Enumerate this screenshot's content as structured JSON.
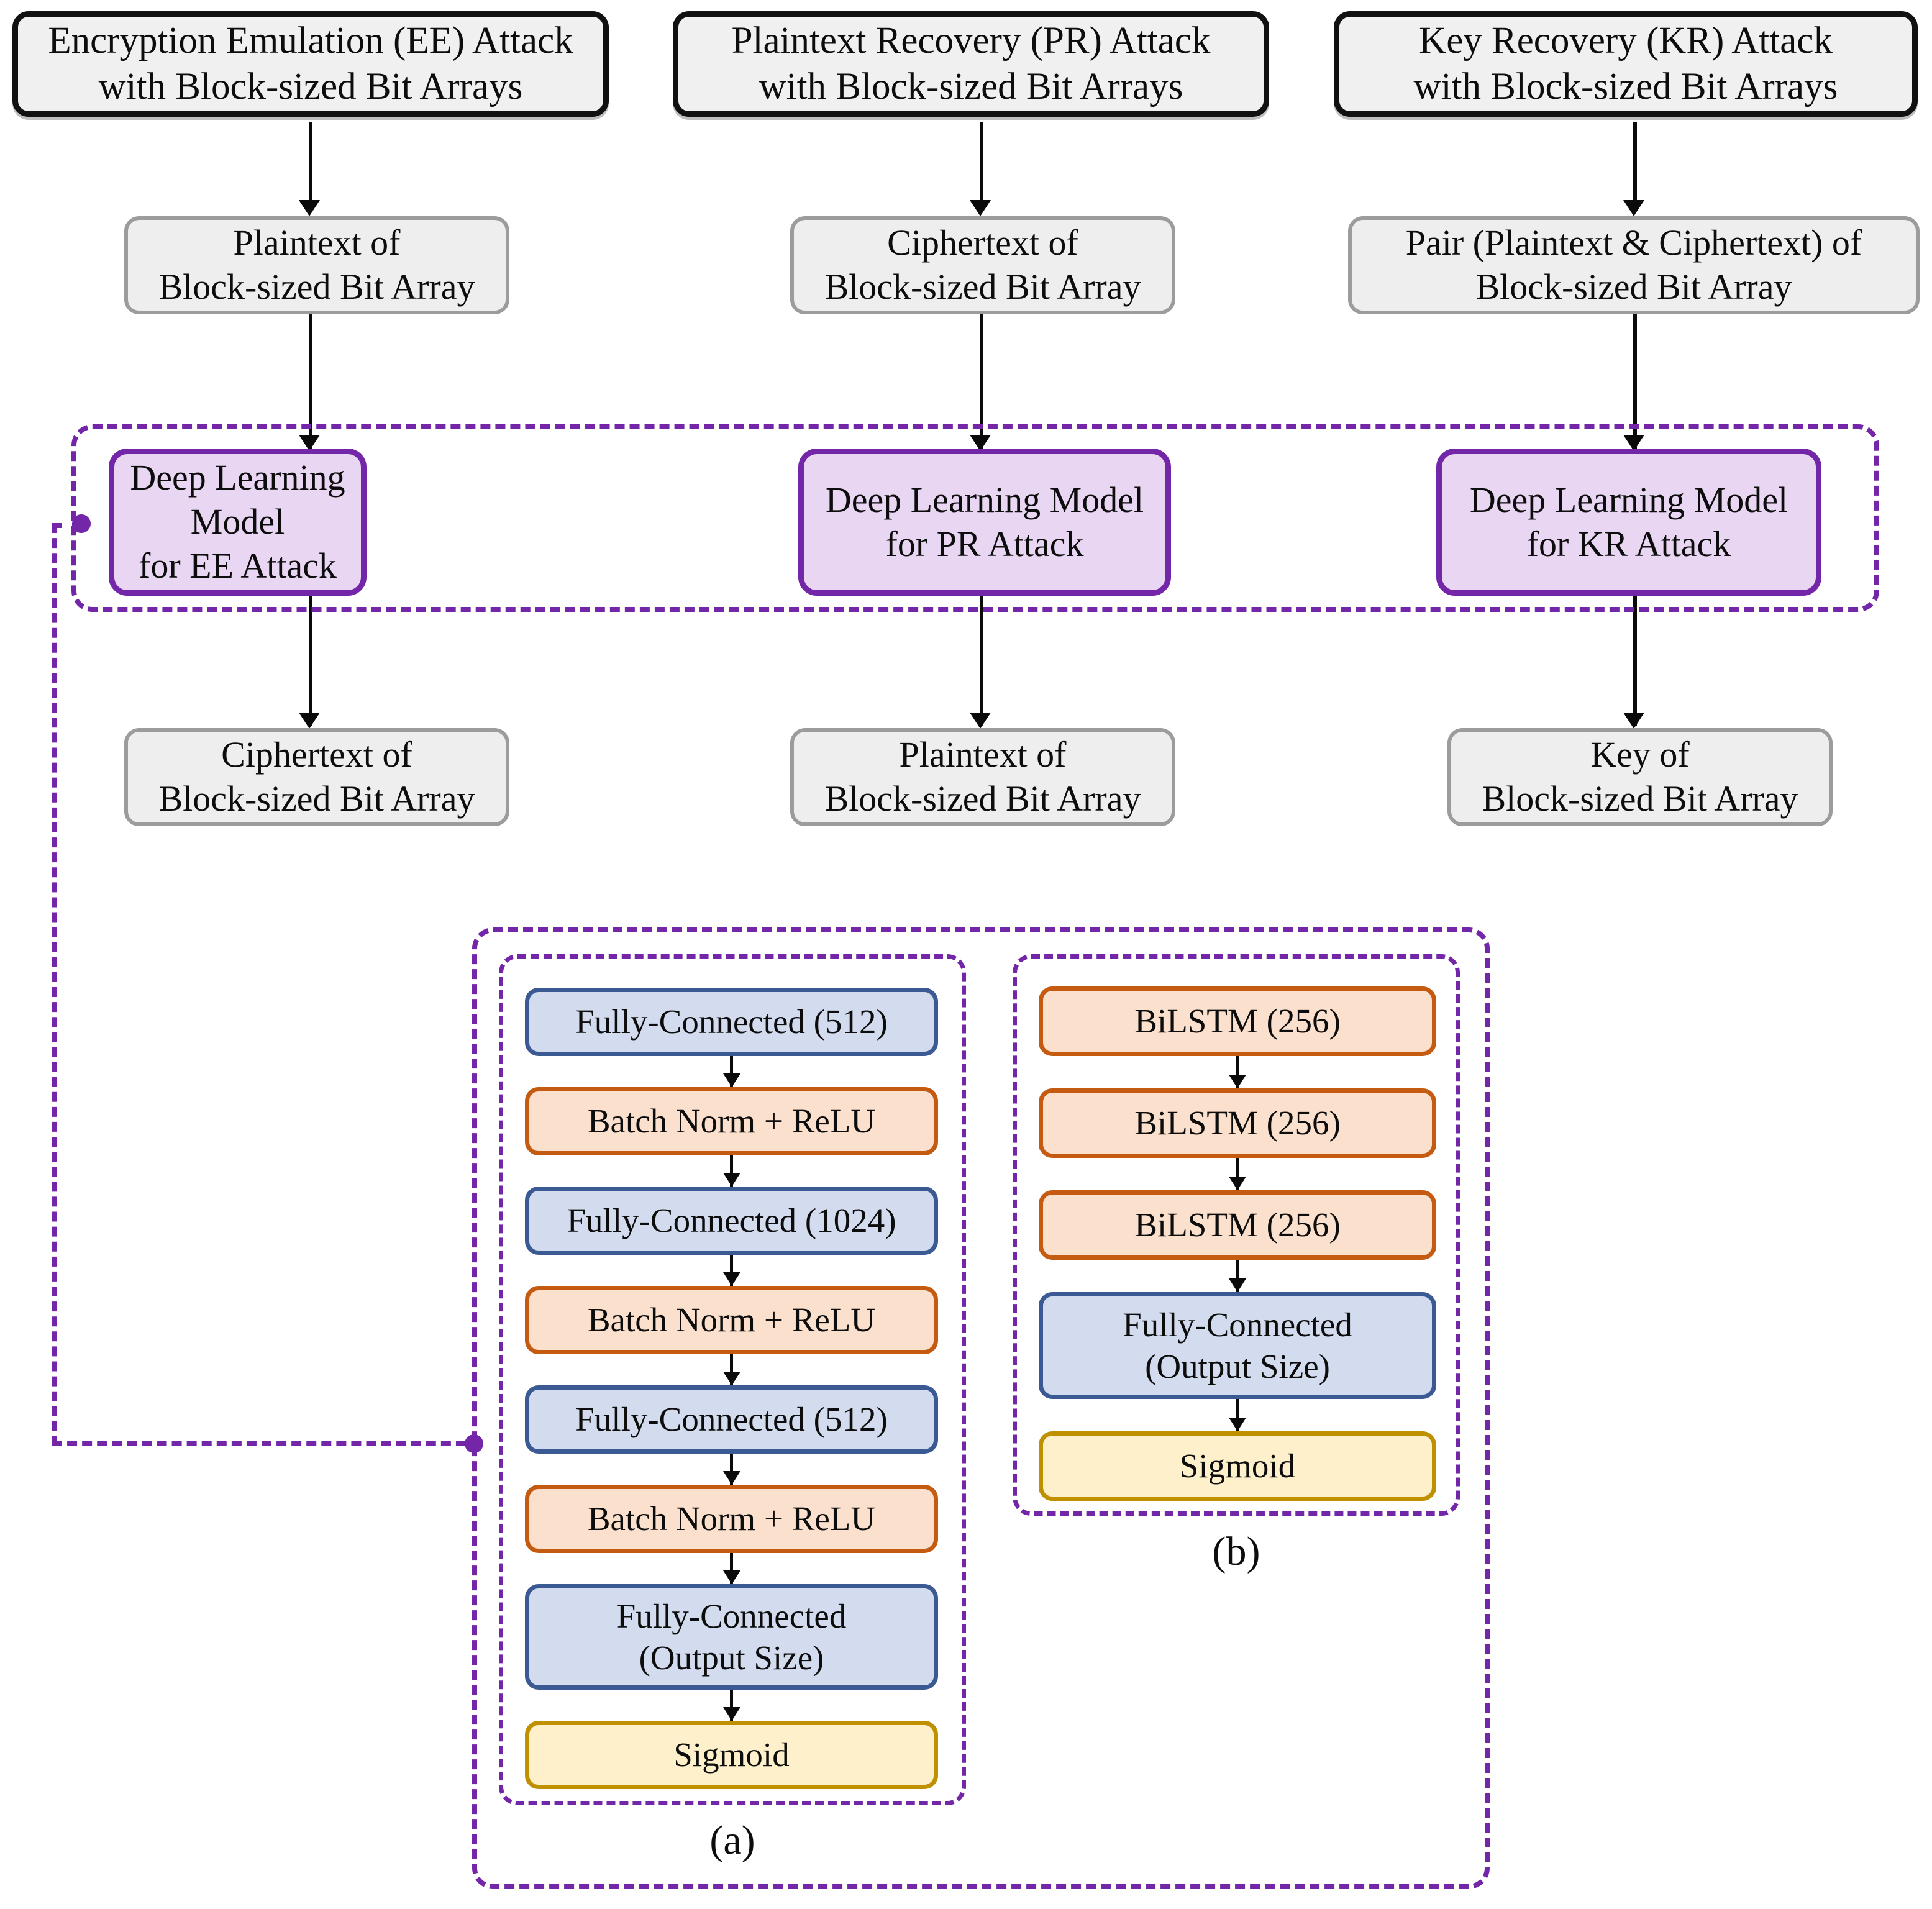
{
  "figure": {
    "title": "Deep learning based cryptanalysis attack pipelines with block-sized bit arrays",
    "accent_purple": "#7326a8",
    "fc_border": "#3b5a93",
    "fc_fill": "#d3dcef",
    "bn_border": "#c55a11",
    "bn_fill": "#fbe0cd",
    "sig_border": "#bf9000",
    "sig_fill": "#fdf0cb",
    "grey_fill": "#eeeeee",
    "grey_border": "#9c9c9c",
    "model_fill": "#e8d6f2",
    "black": "#111111"
  },
  "columns": [
    {
      "id": "ee",
      "attack_title": "Encryption Emulation (EE) Attack\nwith Block-sized Bit Arrays",
      "input": "Plaintext of\nBlock-sized Bit Array",
      "model": "Deep Learning Model\nfor EE Attack",
      "output": "Ciphertext of\nBlock-sized Bit Array"
    },
    {
      "id": "pr",
      "attack_title": "Plaintext Recovery (PR) Attack\nwith Block-sized Bit Arrays",
      "input": "Ciphertext of\nBlock-sized Bit Array",
      "model": "Deep Learning Model\nfor PR Attack",
      "output": "Plaintext of\nBlock-sized Bit Array"
    },
    {
      "id": "kr",
      "attack_title": "Key Recovery (KR) Attack\nwith Block-sized Bit Arrays",
      "input": "Pair (Plaintext & Ciphertext) of\nBlock-sized Bit Array",
      "model": "Deep Learning Model\nfor KR Attack",
      "output": "Key of\nBlock-sized Bit Array"
    }
  ],
  "panel_a": {
    "caption": "(a)",
    "layers": [
      {
        "label": "Fully-Connected (512)",
        "kind": "fc"
      },
      {
        "label": "Batch Norm + ReLU",
        "kind": "bn"
      },
      {
        "label": "Fully-Connected (1024)",
        "kind": "fc"
      },
      {
        "label": "Batch Norm + ReLU",
        "kind": "bn"
      },
      {
        "label": "Fully-Connected (512)",
        "kind": "fc"
      },
      {
        "label": "Batch Norm + ReLU",
        "kind": "bn"
      },
      {
        "label": "Fully-Connected\n(Output Size)",
        "kind": "fc"
      },
      {
        "label": "Sigmoid",
        "kind": "sig"
      }
    ]
  },
  "panel_b": {
    "caption": "(b)",
    "layers": [
      {
        "label": "BiLSTM (256)",
        "kind": "bn"
      },
      {
        "label": "BiLSTM (256)",
        "kind": "bn"
      },
      {
        "label": "BiLSTM (256)",
        "kind": "bn"
      },
      {
        "label": "Fully-Connected\n(Output Size)",
        "kind": "fc"
      },
      {
        "label": "Sigmoid",
        "kind": "sig"
      }
    ]
  }
}
